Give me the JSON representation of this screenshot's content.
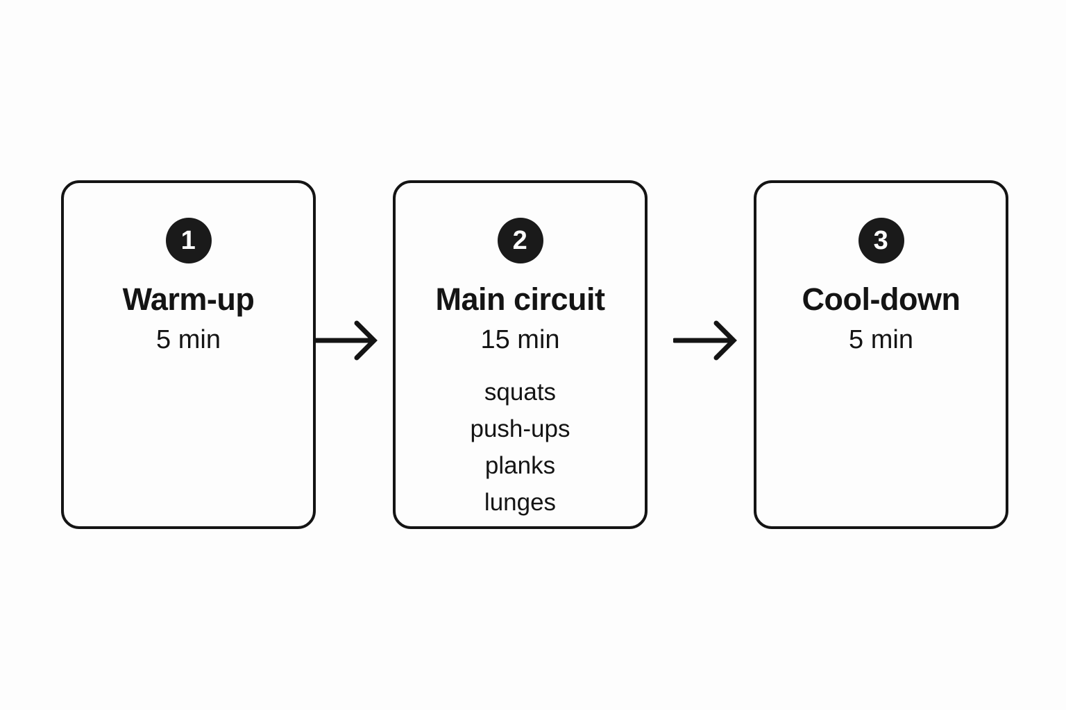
{
  "diagram": {
    "type": "flow",
    "orientation": "horizontal",
    "background_color": "#fdfdfd",
    "accent_color": "#1a1a1a",
    "stroke_color": "#141414",
    "steps": [
      {
        "number": "1",
        "title": "Warm-up",
        "duration": "5 min",
        "items": []
      },
      {
        "number": "2",
        "title": "Main circuit",
        "duration": "15 min",
        "items": [
          "squats",
          "push-ups",
          "planks",
          "lunges"
        ]
      },
      {
        "number": "3",
        "title": "Cool-down",
        "duration": "5 min",
        "items": []
      }
    ],
    "connectors": [
      {
        "from": "1",
        "to": "2",
        "icon": "arrow-right-icon"
      },
      {
        "from": "2",
        "to": "3",
        "icon": "arrow-right-icon"
      }
    ]
  }
}
